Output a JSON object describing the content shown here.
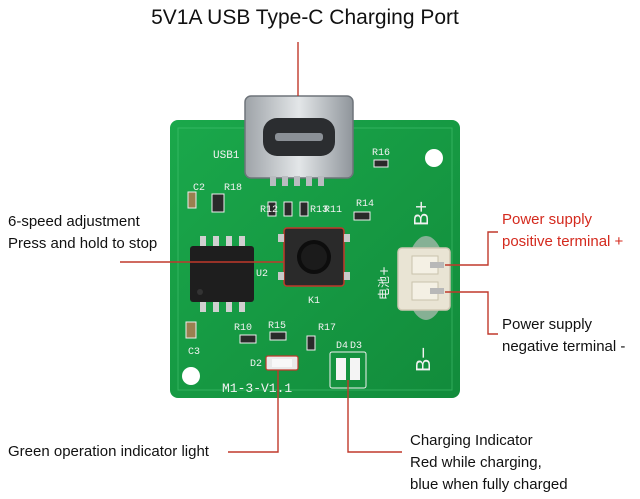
{
  "title": "5V1A USB Type-C Charging Port",
  "labels": {
    "adjust_line1": "6-speed adjustment",
    "adjust_line2": "Press and hold to stop",
    "pos_line1": "Power supply",
    "pos_line2": "positive terminal +",
    "neg_line1": "Power supply",
    "neg_line2": "negative terminal -",
    "green_indicator": "Green operation indicator light",
    "charge_line1": "Charging Indicator",
    "charge_line2": "Red while charging,",
    "charge_line3": "blue when fully charged"
  },
  "board": {
    "designators": {
      "usb": "USB1",
      "r16": "R16",
      "c2": "C2",
      "r18": "R18",
      "r12": "R12",
      "r13": "R13",
      "r11": "R11",
      "r14": "R14",
      "b_plus": "B+",
      "b_minus": "B−",
      "u2": "U2",
      "k1": "K1",
      "battery": "电池+",
      "r10": "R10",
      "r15": "R15",
      "r17": "R17",
      "d4": "D4",
      "d3": "D3",
      "d2": "D2",
      "c3": "C3",
      "version": "M1-3-V1.1"
    }
  },
  "colors": {
    "pcb": "#17a046",
    "pcb_dark": "#0f7c35",
    "silkscreen": "#f2f2f2",
    "pointer_line": "#c0392b",
    "pos_text": "#d42a1e",
    "connector": "#e9e4d4",
    "usb_metal": "#c9cccf"
  }
}
